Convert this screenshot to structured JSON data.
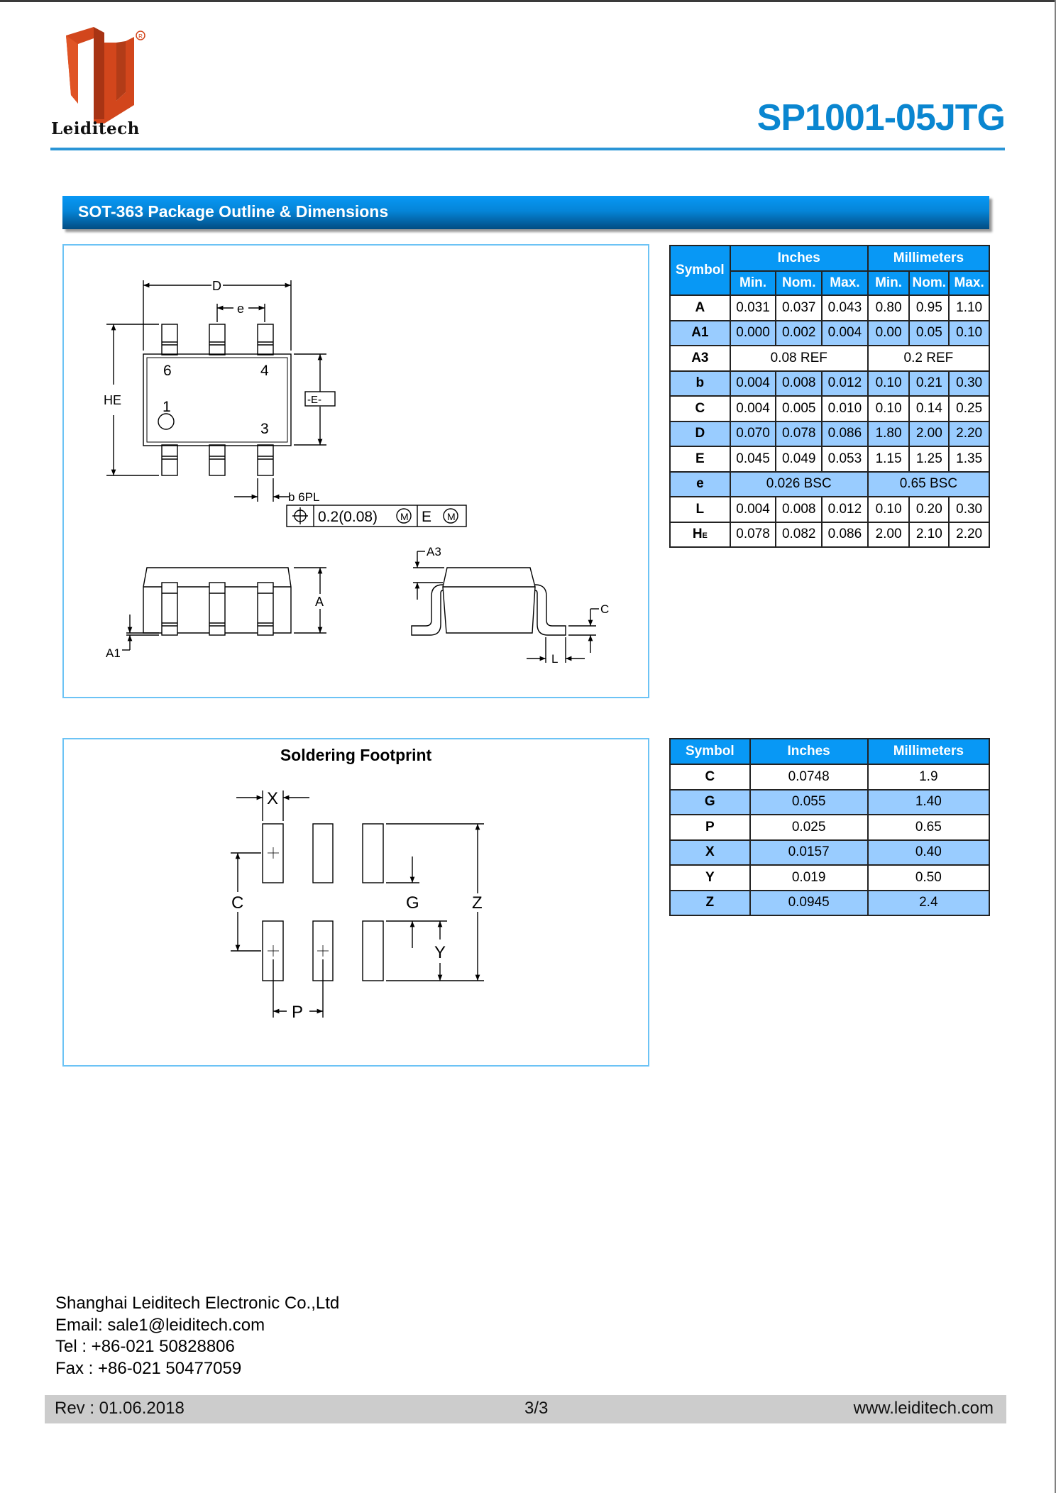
{
  "header": {
    "logo_text": "Leiditech",
    "logo_mark": "®",
    "title": "SP1001-05JTG",
    "accent_color": "#0a86d0"
  },
  "section": {
    "banner_title": "SOT-363 Package Outline & Dimensions"
  },
  "outline_drawing": {
    "labels": {
      "D": "D",
      "e": "e",
      "HE": "HE",
      "E": "-E-",
      "pin6": "6",
      "pin4": "4",
      "pin1": "1",
      "pin3": "3",
      "b": "b 6PL",
      "tolerance_value": "0.2(0.08)",
      "tolerance_mod": "M",
      "datum": "E",
      "A": "A",
      "A1": "A1",
      "A3": "A3",
      "C": "C",
      "L": "L"
    }
  },
  "dimensions_table": {
    "header": {
      "symbol": "Symbol",
      "inches": "Inches",
      "millimeters": "Millimeters",
      "sub": [
        "Min.",
        "Nom.",
        "Max.",
        "Min.",
        "Nom.",
        "Max."
      ]
    },
    "rows": [
      {
        "symbol": "A",
        "values": [
          "0.031",
          "0.037",
          "0.043",
          "0.80",
          "0.95",
          "1.10"
        ]
      },
      {
        "symbol": "A1",
        "values": [
          "0.000",
          "0.002",
          "0.004",
          "0.00",
          "0.05",
          "0.10"
        ]
      },
      {
        "symbol": "A3",
        "inches_span": "0.08 REF",
        "mm_span": "0.2 REF"
      },
      {
        "symbol": "b",
        "values": [
          "0.004",
          "0.008",
          "0.012",
          "0.10",
          "0.21",
          "0.30"
        ]
      },
      {
        "symbol": "C",
        "values": [
          "0.004",
          "0.005",
          "0.010",
          "0.10",
          "0.14",
          "0.25"
        ]
      },
      {
        "symbol": "D",
        "values": [
          "0.070",
          "0.078",
          "0.086",
          "1.80",
          "2.00",
          "2.20"
        ]
      },
      {
        "symbol": "E",
        "values": [
          "0.045",
          "0.049",
          "0.053",
          "1.15",
          "1.25",
          "1.35"
        ]
      },
      {
        "symbol": "e",
        "inches_span": "0.026 BSC",
        "mm_span": "0.65 BSC"
      },
      {
        "symbol": "L",
        "values": [
          "0.004",
          "0.008",
          "0.012",
          "0.10",
          "0.20",
          "0.30"
        ]
      },
      {
        "symbol": "H",
        "symbol_sub": "E",
        "values": [
          "0.078",
          "0.082",
          "0.086",
          "2.00",
          "2.10",
          "2.20"
        ]
      }
    ]
  },
  "footprint": {
    "title": "Soldering Footprint",
    "labels": {
      "X": "X",
      "C": "C",
      "G": "G",
      "Z": "Z",
      "Y": "Y",
      "P": "P"
    }
  },
  "footprint_table": {
    "header": {
      "symbol": "Symbol",
      "inches": "Inches",
      "millimeters": "Millimeters"
    },
    "rows": [
      {
        "symbol": "C",
        "inches": "0.0748",
        "mm": "1.9"
      },
      {
        "symbol": "G",
        "inches": "0.055",
        "mm": "1.40"
      },
      {
        "symbol": "P",
        "inches": "0.025",
        "mm": "0.65"
      },
      {
        "symbol": "X",
        "inches": "0.0157",
        "mm": "0.40"
      },
      {
        "symbol": "Y",
        "inches": "0.019",
        "mm": "0.50"
      },
      {
        "symbol": "Z",
        "inches": "0.0945",
        "mm": "2.4"
      }
    ]
  },
  "contact": {
    "company": "Shanghai Leiditech Electronic Co.,Ltd",
    "email": "Email: sale1@leiditech.com",
    "tel": "Tel :  +86-021 50828806",
    "fax": "Fax : +86-021 50477059"
  },
  "footer": {
    "rev": "Rev : 01.06.2018",
    "page": "3/3",
    "url": "www.leiditech.com"
  }
}
